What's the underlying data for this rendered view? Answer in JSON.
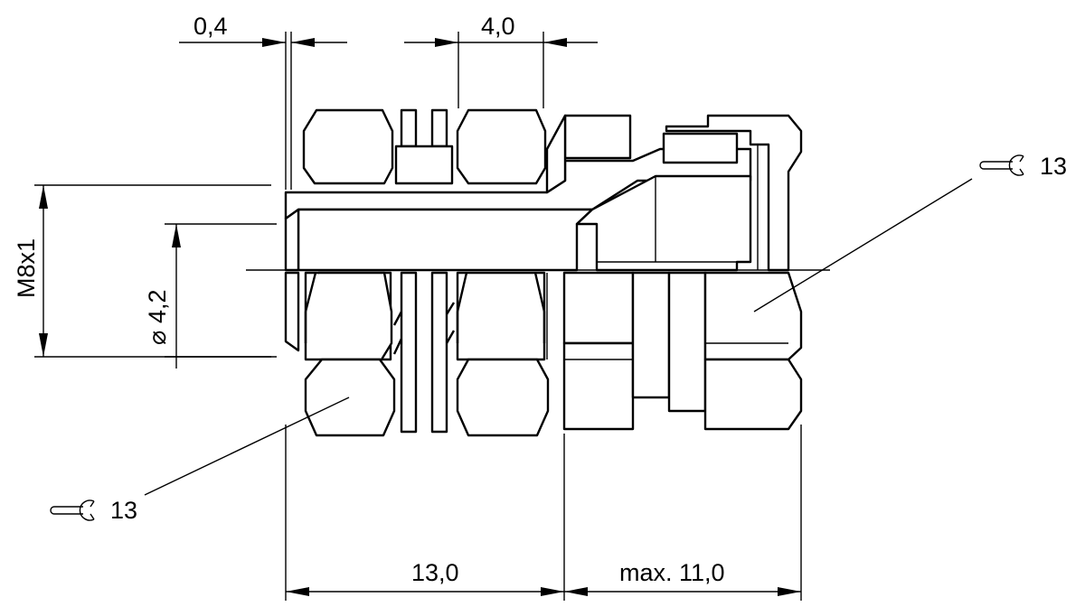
{
  "drawing": {
    "dimensions": {
      "flange_thickness": "0,4",
      "nut_thickness": "4,0",
      "thread": "M8x1",
      "diameter_symbol": "⌀",
      "bore": "4,2",
      "panel_length": "13,0",
      "rear_length": "max. 11,0"
    },
    "wrench_callouts": {
      "right": "13",
      "left": "13"
    },
    "icons": {
      "wrench": "open-end-wrench-icon",
      "diameter": "diameter-symbol"
    },
    "colors": {
      "line": "#000000",
      "background": "#ffffff"
    }
  }
}
